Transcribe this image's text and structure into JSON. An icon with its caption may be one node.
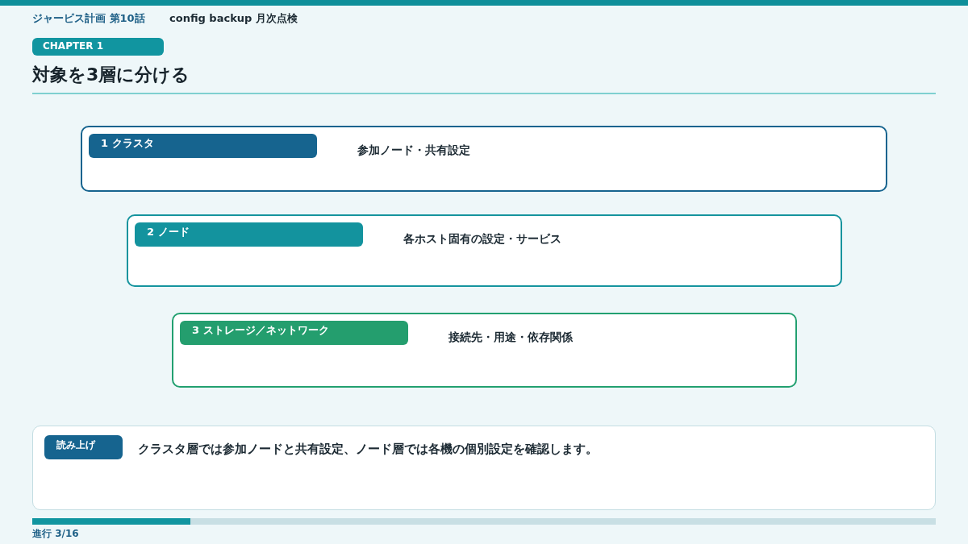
{
  "diagram": {
    "title": "対象を3層に分ける",
    "nodes": [
      {
        "text": [
          "1 クラスタ",
          "参加ノード・共有設定"
        ]
      },
      {
        "text": [
          "2 ノード",
          "各ホスト固有の設定・サービス"
        ]
      },
      {
        "text": [
          "3 ストレージ／ネットワーク",
          "接続先・用途・依存関係"
        ]
      },
      {
        "text": [
          "読み上げ",
          "クラスタ層では参加ノードと共有設定、ノード層では各機の個別設定を確認します。"
        ]
      }
    ],
    "labels": [
      "ジャービス計画 第10話",
      "config backup 月次点検",
      "CHAPTER 1",
      "進行 3/16"
    ]
  }
}
